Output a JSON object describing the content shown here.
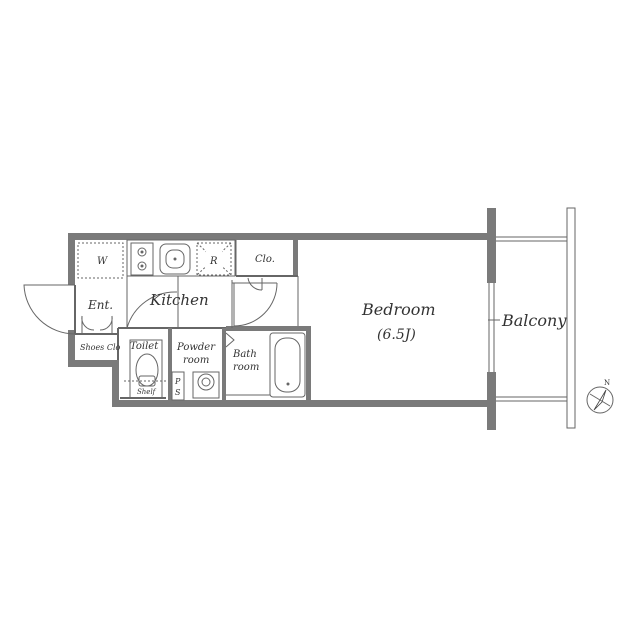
{
  "rooms": {
    "bedroom": "Bedroom",
    "bedroom_size": "(6.5J)",
    "balcony": "Balcony",
    "kitchen": "Kitchen",
    "entrance": "Ent.",
    "shoes_closet": "Shoes Clo",
    "toilet": "Toilet",
    "shelf": "Shelf",
    "powder_room_1": "Powder",
    "powder_room_2": "room",
    "bath_room_1": "Bath",
    "bath_room_2": "room",
    "closet": "Clo.",
    "pipe_space_p": "P",
    "pipe_space_s": "S",
    "washer": "W",
    "refrigerator": "R"
  },
  "compass": {
    "north": "N"
  },
  "colors": {
    "wall": "#7a7a7a",
    "line": "#666666",
    "text": "#333333"
  }
}
